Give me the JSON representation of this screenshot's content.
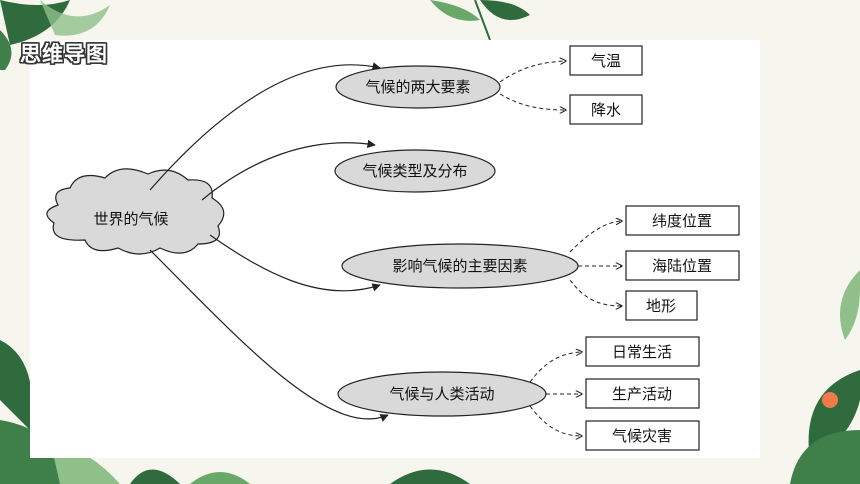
{
  "title": "思维导图",
  "root": "世界的气候",
  "branches": [
    {
      "label": "气候的两大要素",
      "leaves": [
        "气温",
        "降水"
      ]
    },
    {
      "label": "气候类型及分布",
      "leaves": []
    },
    {
      "label": "影响气候的主要因素",
      "leaves": [
        "纬度位置",
        "海陆位置",
        "地形"
      ]
    },
    {
      "label": "气候与人类活动",
      "leaves": [
        "日常生活",
        "生产活动",
        "气候灾害"
      ]
    }
  ],
  "colors": {
    "background": "#f7f6ee",
    "panel": "#ffffff",
    "node_fill": "#d9d9d9",
    "stroke": "#222222",
    "leaf_dark": "#2f6b3d",
    "leaf_light": "#8fc08a",
    "flower": "#f07a4a"
  }
}
